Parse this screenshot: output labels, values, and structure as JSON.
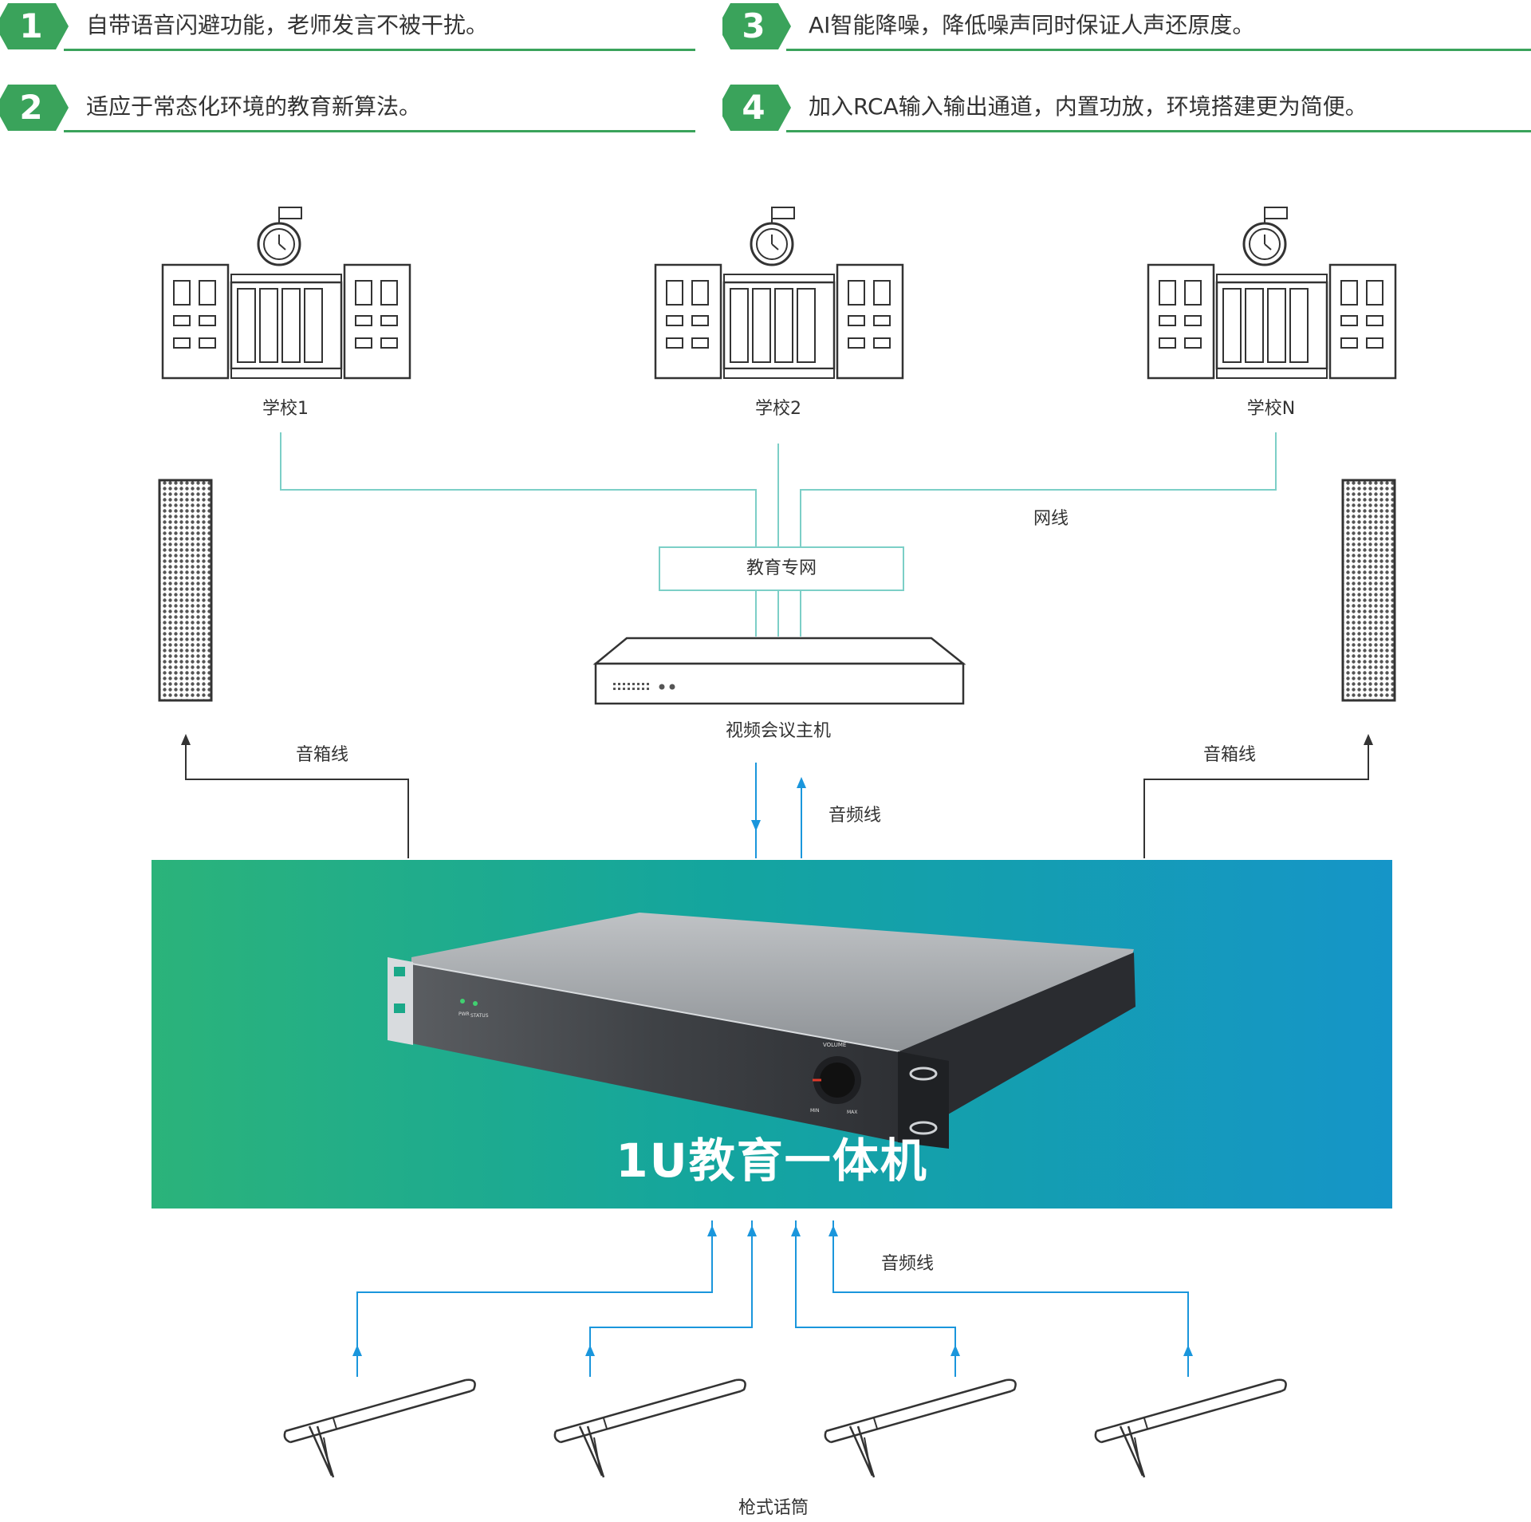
{
  "features": [
    {
      "num": "1",
      "text": "自带语音闪避功能，老师发言不被干扰。"
    },
    {
      "num": "2",
      "text": "适应于常态化环境的教育新算法。"
    },
    {
      "num": "3",
      "text": "AI智能降噪，降低噪声同时保证人声还原度。"
    },
    {
      "num": "4",
      "text": "加入RCA输入输出通道，内置功放，环境搭建更为简便。"
    }
  ],
  "schools": [
    "学校1",
    "学校2",
    "学校N"
  ],
  "labels": {
    "network_cable": "网线",
    "edu_network": "教育专网",
    "video_host": "视频会议主机",
    "speaker_cable_left": "音箱线",
    "speaker_cable_right": "音箱线",
    "audio_cable_top": "音频线",
    "audio_cable_bottom": "音频线",
    "microphones": "枪式话筒"
  },
  "product": {
    "title": "1U教育一体机",
    "led_labels": [
      "PWR",
      "STATUS"
    ],
    "knob_label": "VOLUME",
    "knob_min": "MIN",
    "knob_max": "MAX"
  },
  "colors": {
    "accent_green": "#3aa35b",
    "line_teal": "#7ccfc7",
    "line_blue": "#1a96dc",
    "line_dark": "#333333",
    "panel_start": "#2bb37a",
    "panel_end": "#1595c8"
  }
}
